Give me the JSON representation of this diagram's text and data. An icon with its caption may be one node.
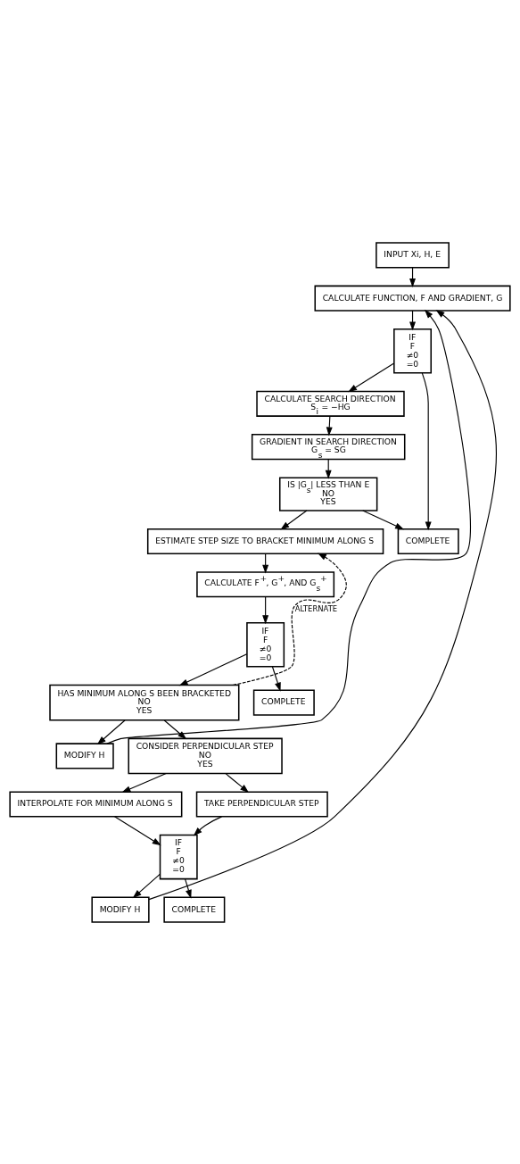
{
  "diagram": {
    "nodes": [
      {
        "text": [
          "INPUT Xi, H, E"
        ]
      },
      {
        "text": [
          "CALCULATE FUNCTION, F AND GRADIENT, G"
        ]
      },
      {
        "text": [
          "IF",
          "F",
          "≠0",
          "=0"
        ]
      },
      {
        "text": [
          "CALCULATE SEARCH DIRECTION",
          "S$_{i}$ = −HG"
        ]
      },
      {
        "text": [
          "GRADIENT IN SEARCH DIRECTION",
          "G$_{s}$ = SG"
        ]
      },
      {
        "text": [
          "IS |G$_{s}$| LESS THAN E",
          "NO",
          "YES"
        ]
      },
      {
        "text": [
          "ESTIMATE STEP SIZE TO BRACKET MINIMUM ALONG S"
        ]
      },
      {
        "text": [
          "COMPLETE"
        ]
      },
      {
        "text": [
          "CALCULATE F$^{+}$, G$^{+}$, AND G$_{s}$$^{+}$"
        ]
      },
      {
        "text": [
          "IF",
          "F",
          "≠0",
          "=0"
        ]
      },
      {
        "text": [
          "HAS MINIMUM ALONG S BEEN BRACKETED",
          "NO",
          "YES"
        ]
      },
      {
        "text": [
          "COMPLETE"
        ]
      },
      {
        "text": [
          "MODIFY H"
        ]
      },
      {
        "text": [
          "CONSIDER PERPENDICULAR STEP",
          "NO",
          "YES"
        ]
      },
      {
        "text": [
          "INTERPOLATE FOR MINIMUM ALONG S"
        ]
      },
      {
        "text": [
          "TAKE PERPENDICULAR STEP"
        ]
      },
      {
        "text": [
          "IF",
          "F",
          "≠0",
          "=0"
        ]
      },
      {
        "text": [
          "MODIFY H"
        ]
      },
      {
        "text": [
          "COMPLETE"
        ]
      }
    ],
    "edges": [
      {
        "from": 0,
        "to": 1,
        "arrow": "to"
      },
      {
        "from": 1,
        "to": 2,
        "arrow": "to"
      },
      {
        "from": 2,
        "to": 3,
        "arrow": "to"
      },
      {
        "from": 2,
        "to": 7,
        "arrow": "to"
      },
      {
        "from": 3,
        "to": 4,
        "arrow": "to"
      },
      {
        "from": 4,
        "to": 5,
        "arrow": "to"
      },
      {
        "from": 5,
        "to": 6,
        "arrow": "to"
      },
      {
        "from": 5,
        "to": 7,
        "arrow": "to"
      },
      {
        "from": 10,
        "to": 6,
        "arrow": "to",
        "style": "dashed",
        "label": "ALTERNATE"
      },
      {
        "from": 6,
        "to": 8,
        "arrow": "to"
      },
      {
        "from": 8,
        "to": 9,
        "arrow": "to"
      },
      {
        "from": 9,
        "to": 10,
        "arrow": "to"
      },
      {
        "from": 9,
        "to": 11,
        "arrow": "to"
      },
      {
        "from": 10,
        "to": 12,
        "arrow": "to"
      },
      {
        "from": 10,
        "to": 13,
        "arrow": "to"
      },
      {
        "from": 12,
        "to": 1,
        "arrow": "to"
      },
      {
        "from": 13,
        "to": 14,
        "arrow": "to"
      },
      {
        "from": 13,
        "to": 15,
        "arrow": "to"
      },
      {
        "from": 14,
        "to": 16,
        "arrow": "to"
      },
      {
        "from": 15,
        "to": 16,
        "arrow": "to"
      },
      {
        "from": 16,
        "to": 17,
        "arrow": "to"
      },
      {
        "from": 16,
        "to": 18,
        "arrow": "to"
      },
      {
        "from": 17,
        "to": 1,
        "arrow": "to"
      }
    ]
  }
}
